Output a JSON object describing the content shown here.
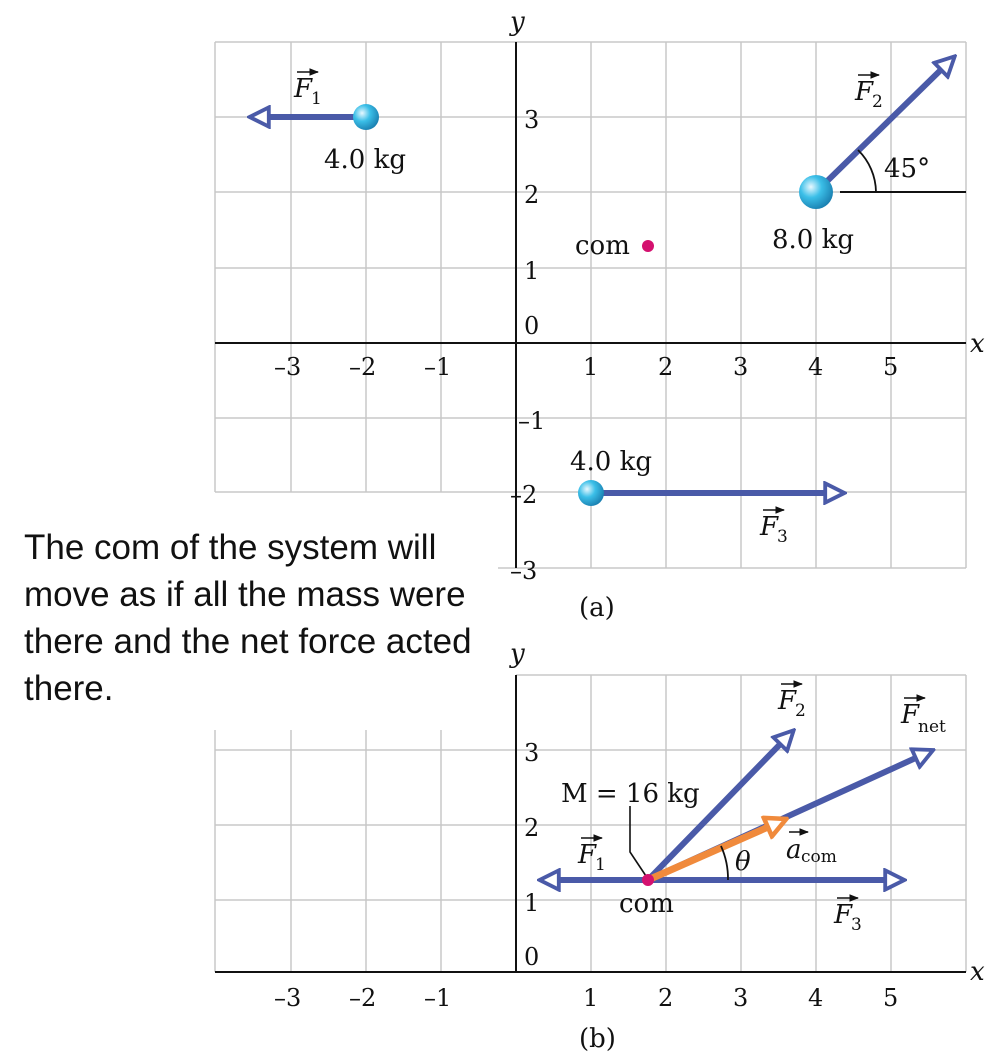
{
  "colors": {
    "force": "#4a5aa8",
    "accel": "#f08a3c",
    "com": "#d4116f",
    "particle": "#3bbfe8",
    "grid": "#c8c8c8"
  },
  "caption": "The com of the system will move as if all the mass were there and the net force acted there.",
  "panel_a": {
    "label": "(a)",
    "x_axis_label": "x",
    "y_axis_label": "y",
    "x_ticks": [
      "–3",
      "–2",
      "–1",
      "1",
      "2",
      "3",
      "4",
      "5"
    ],
    "y_ticks": [
      "3",
      "2",
      "1",
      "0",
      "–1",
      "–2",
      "–3"
    ],
    "particles": [
      {
        "mass_label": "4.0 kg",
        "x": -2,
        "y": 3
      },
      {
        "mass_label": "8.0 kg",
        "x": 4,
        "y": 2
      },
      {
        "mass_label": "4.0 kg",
        "x": 1,
        "y": -2
      }
    ],
    "com": {
      "label": "com",
      "x": 1.75,
      "y": 1.25
    },
    "forces": [
      {
        "symbol": "F",
        "sub": "1"
      },
      {
        "symbol": "F",
        "sub": "2"
      },
      {
        "symbol": "F",
        "sub": "3"
      }
    ],
    "angle_label": "45°"
  },
  "panel_b": {
    "label": "(b)",
    "x_axis_label": "x",
    "y_axis_label": "y",
    "x_ticks": [
      "–3",
      "–2",
      "–1",
      "1",
      "2",
      "3",
      "4",
      "5"
    ],
    "y_ticks": [
      "3",
      "2",
      "1",
      "0"
    ],
    "mass_label": "M = 16 kg",
    "com_label": "com",
    "theta_label": "θ",
    "forces": [
      {
        "symbol": "F",
        "sub": "1"
      },
      {
        "symbol": "F",
        "sub": "2"
      },
      {
        "symbol": "F",
        "sub": "3"
      },
      {
        "symbol": "F",
        "sub": "net"
      },
      {
        "symbol": "a",
        "sub": "com"
      }
    ]
  }
}
